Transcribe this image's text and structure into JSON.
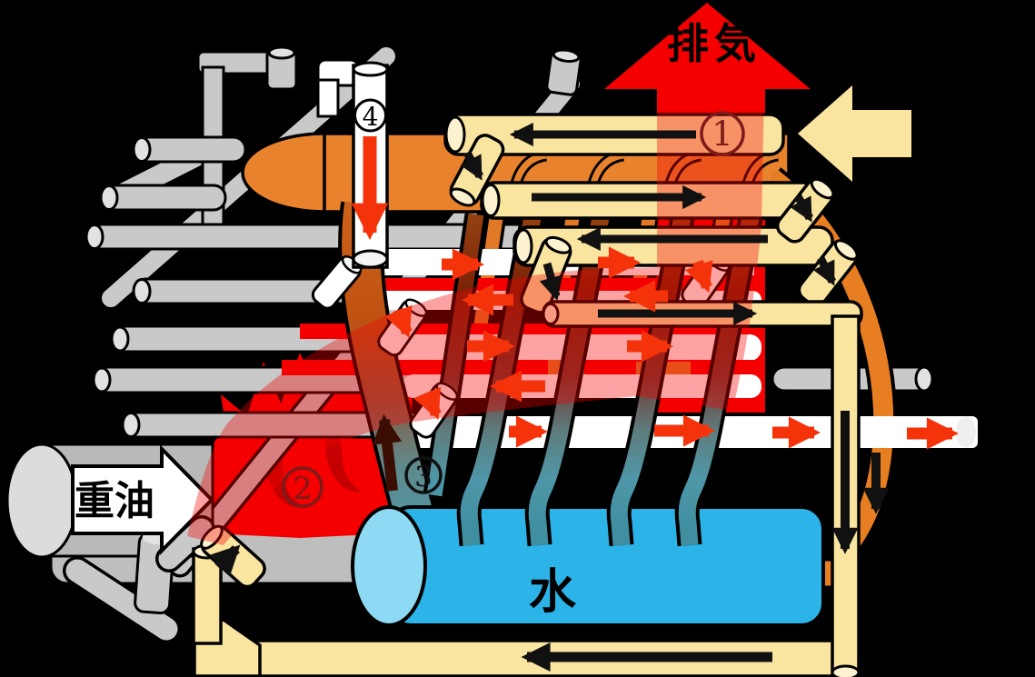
{
  "diagram": {
    "type": "boiler-cutaway-schematic",
    "labels": {
      "exhaust": "排気",
      "heavy_oil": "重油",
      "water": "水"
    },
    "steps": {
      "one": "1",
      "two": "2",
      "three": "3",
      "four": "4"
    },
    "flows": {
      "exhaust_gas": "up",
      "air_inlet": "left",
      "air_preheater_pass1": "left",
      "air_preheater_pass2": "right",
      "air_preheater_pass3": "left",
      "air_preheater_pass4": "right",
      "air_downcomer_right": "down",
      "air_bottom_duct": "left",
      "air_to_burner": "up-right",
      "heavy_oil_feed": "right",
      "steam_pipes": "alternating left-right",
      "riser_tube": "up",
      "steam_outlet": "right"
    },
    "colors": {
      "background": "#000000",
      "exhaust_red": "#F40000",
      "flame_red": "#F40000",
      "flame_dark_red": "#C40000",
      "haze_red": "#F40000",
      "air_pipe_cream": "#F9E4A0",
      "pipe_cap_cream": "#FCF2CF",
      "steam_drum_orange": "#E8822D",
      "tube_orange": "#E07828",
      "water_drum_blue": "#2CB3E8",
      "water_drum_face_blue": "#8ED9F4",
      "tube_teal": "#4E97A8",
      "steel_gray": "#C9C9C9",
      "steel_gray_light": "#E2E2E2",
      "burner_gray": "#B9B9B9",
      "steam_pipe_white": "#FFFFFF",
      "arrow_red": "#F5330B",
      "arrow_black": "#111111",
      "arrow_dark_maroon": "#3B0E04",
      "badge_dark_red": "#7E1A1A",
      "text_black": "#000000"
    }
  }
}
